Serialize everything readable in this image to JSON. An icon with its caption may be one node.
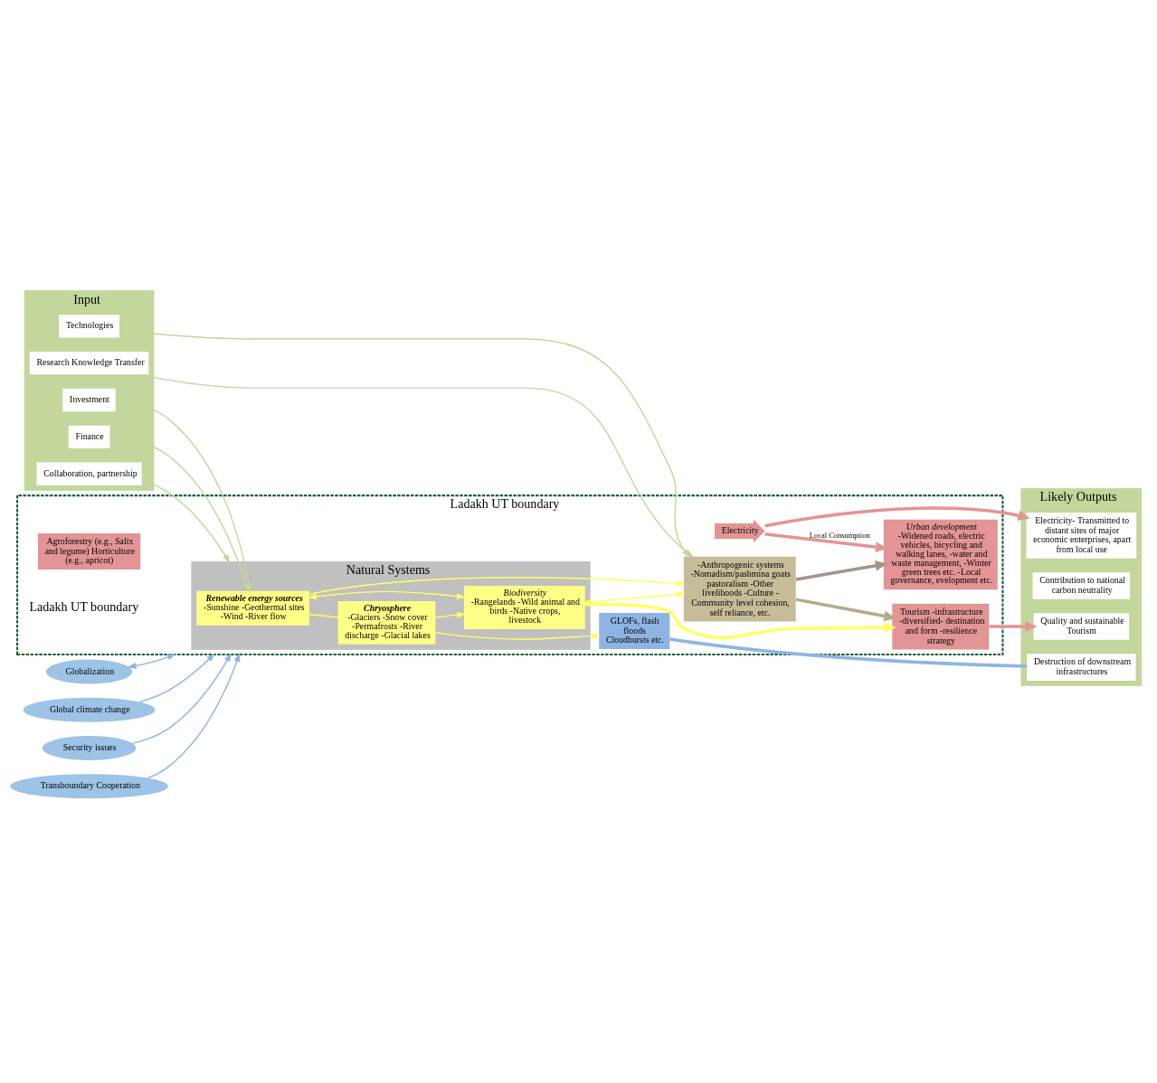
{
  "diagram": {
    "nodes": [
      {
        "text": [
          "Input"
        ]
      },
      {
        "text": [
          "Investment"
        ],
        "in": 0
      },
      {
        "text": [
          "Finance"
        ],
        "in": 0
      },
      {
        "text": [
          "Collaboration, partnership"
        ],
        "in": 0
      },
      {
        "text": [
          "Technologies"
        ],
        "in": 0
      },
      {
        "text": [
          "Research Knowledge Transfer"
        ],
        "in": 0
      },
      {
        "text": [
          "Ladakh UT boundary"
        ],
        "beside": [
          "Ladakh UT boundary"
        ]
      },
      {
        "text": [
          "Natural Systems"
        ],
        "in": 6
      },
      {
        "text": [
          "Renewable energy sources",
          "-Sunshine -Geothermal sites -Wind -River flow"
        ],
        "in": 7
      },
      {
        "text": [
          "Chryosphere",
          "-Glaciers -Snow cover -Permafrosts -River discharge -Glacial lakes"
        ],
        "in": 7
      },
      {
        "text": [
          "Biodiversity",
          "-Rangelands -Wild animal and birds -Native crops, livestock"
        ],
        "in": 7
      },
      {
        "text": [
          "-Anthropogenic systems -Nomadism/pashmina goats pastoralism -Other livelihoods -Culture - Community level cohesion, self reliance, etc."
        ],
        "in": 6
      },
      {
        "text": [
          "GLOFs, flash floods Cloudbursts etc."
        ],
        "in": 6
      },
      {
        "text": [
          "Electricity"
        ],
        "in": 6
      },
      {
        "text": [
          "Urban development",
          "-Widened roads, electric vehicles, bicycling and walking lanes, -water and waste management, -Winter green trees etc. -Local governance, evelopment etc."
        ],
        "in": 6
      },
      {
        "text": [
          "Agroforestry (e.g., Salix and legume) Horticulture (e.g., apricot)"
        ],
        "in": 6
      },
      {
        "text": [
          "Tourism -infrastructure -diversified- destination and form -resilience strategy"
        ],
        "in": 6
      },
      {
        "text": [
          "Likely Outputs"
        ]
      },
      {
        "text": [
          "Electricity- Transmitted to distant sites of major economic enterprises, apart from local use"
        ],
        "in": 17
      },
      {
        "text": [
          "Contribution to national carbon neutrality"
        ],
        "in": 17
      },
      {
        "text": [
          "Destruction of downstream infrastructures"
        ],
        "in": 17
      },
      {
        "text": [
          "Quality and sustainable Tourism"
        ],
        "in": 17
      },
      {
        "text": [
          "Globalization"
        ]
      },
      {
        "text": [
          "Global climate change"
        ]
      },
      {
        "text": [
          "Security issues"
        ]
      },
      {
        "text": [
          "Transboundary Cooperation"
        ]
      }
    ],
    "edges": [
      {
        "from": 1,
        "to": 8,
        "arrow": "to"
      },
      {
        "from": 2,
        "to": 8,
        "arrow": "to"
      },
      {
        "from": 3,
        "to": 7,
        "arrow": "to"
      },
      {
        "from": 4,
        "to": 11,
        "arrow": "to"
      },
      {
        "from": 5,
        "to": 11,
        "arrow": "to"
      },
      {
        "from": 8,
        "to": 9,
        "arrow": "none",
        "color": "#ffff66"
      },
      {
        "from": 8,
        "to": 10,
        "arrow": "both",
        "color": "#ffff66"
      },
      {
        "from": 9,
        "to": 10,
        "arrow": "to",
        "color": "#ffff66"
      },
      {
        "from": 8,
        "to": 11,
        "arrow": "to",
        "color": "#ffff66"
      },
      {
        "from": 10,
        "to": 11,
        "arrow": "both",
        "color": "#ffff66"
      },
      {
        "from": 9,
        "to": 12,
        "arrow": "to",
        "color": "#ffff66"
      },
      {
        "from": 10,
        "to": 16,
        "arrow": "to",
        "color": "#ffff66",
        "style": "thick"
      },
      {
        "from": 11,
        "to": 14,
        "arrow": "to",
        "color": "#a6948c",
        "style": "thick"
      },
      {
        "from": 11,
        "to": 16,
        "arrow": "to",
        "color": "#b5ab8a",
        "style": "thick"
      },
      {
        "from": 13,
        "to": 14,
        "arrow": "to",
        "label": "Local Consumption",
        "color": "#e39494",
        "style": "thick"
      },
      {
        "from": 13,
        "to": 18,
        "arrow": "to",
        "color": "#e39494",
        "style": "thick"
      },
      {
        "from": 12,
        "to": 20,
        "arrow": "none",
        "color": "#8eb4e3",
        "style": "thick"
      },
      {
        "from": 16,
        "to": 21,
        "arrow": "to",
        "color": "#e39494",
        "style": "thick"
      },
      {
        "from": 22,
        "to": 6,
        "arrow": "both",
        "color": "#8eb4e3"
      },
      {
        "from": 23,
        "to": 6,
        "arrow": "to",
        "color": "#8eb4e3"
      },
      {
        "from": 24,
        "to": 6,
        "arrow": "to",
        "color": "#8eb4e3"
      },
      {
        "from": 25,
        "to": 6,
        "arrow": "to",
        "color": "#8eb4e3"
      }
    ]
  }
}
